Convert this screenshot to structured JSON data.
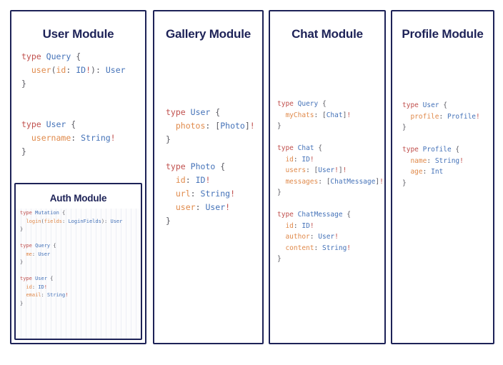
{
  "diagram": {
    "title": "GraphQL schema modules",
    "accent_border": "#1d2257",
    "title_color": "#1d2257",
    "background": "#ffffff",
    "syntax_colors": {
      "keyword": "#c0504d",
      "type_name": "#4472b8",
      "field_name": "#e08a4b",
      "punctuation": "#5a5a62",
      "non_null": "#c0504d"
    }
  },
  "modules": {
    "user": {
      "title": "User Module",
      "code_lines": [
        "type Query {",
        "  user(id: ID!): User",
        "}",
        "",
        "",
        "type User {",
        "  username: String!",
        "}"
      ]
    },
    "auth": {
      "title": "Auth Module",
      "code_lines": [
        "type Mutation {",
        "  login(fields: LoginFields): User",
        "}",
        "",
        "type Query {",
        "  me: User",
        "}",
        "",
        "type User {",
        "  id: ID!",
        "  email: String!",
        "}"
      ]
    },
    "gallery": {
      "title": "Gallery Module",
      "code_lines": [
        "type User {",
        "  photos: [Photo]!",
        "}",
        "",
        "type Photo {",
        "  id: ID!",
        "  url: String!",
        "  user: User!",
        "}"
      ]
    },
    "chat": {
      "title": "Chat Module",
      "code_lines": [
        "type Query {",
        "  myChats: [Chat]!",
        "}",
        "",
        "type Chat {",
        "  id: ID!",
        "  users: [User!]!",
        "  messages: [ChatMessage]!",
        "}",
        "",
        "type ChatMessage {",
        "  id: ID!",
        "  author: User!",
        "  content: String!",
        "}"
      ]
    },
    "profile": {
      "title": "Profile Module",
      "code_lines": [
        "type User {",
        "  profile: Profile!",
        "}",
        "",
        "type Profile {",
        "  name: String!",
        "  age: Int",
        "}"
      ]
    }
  }
}
